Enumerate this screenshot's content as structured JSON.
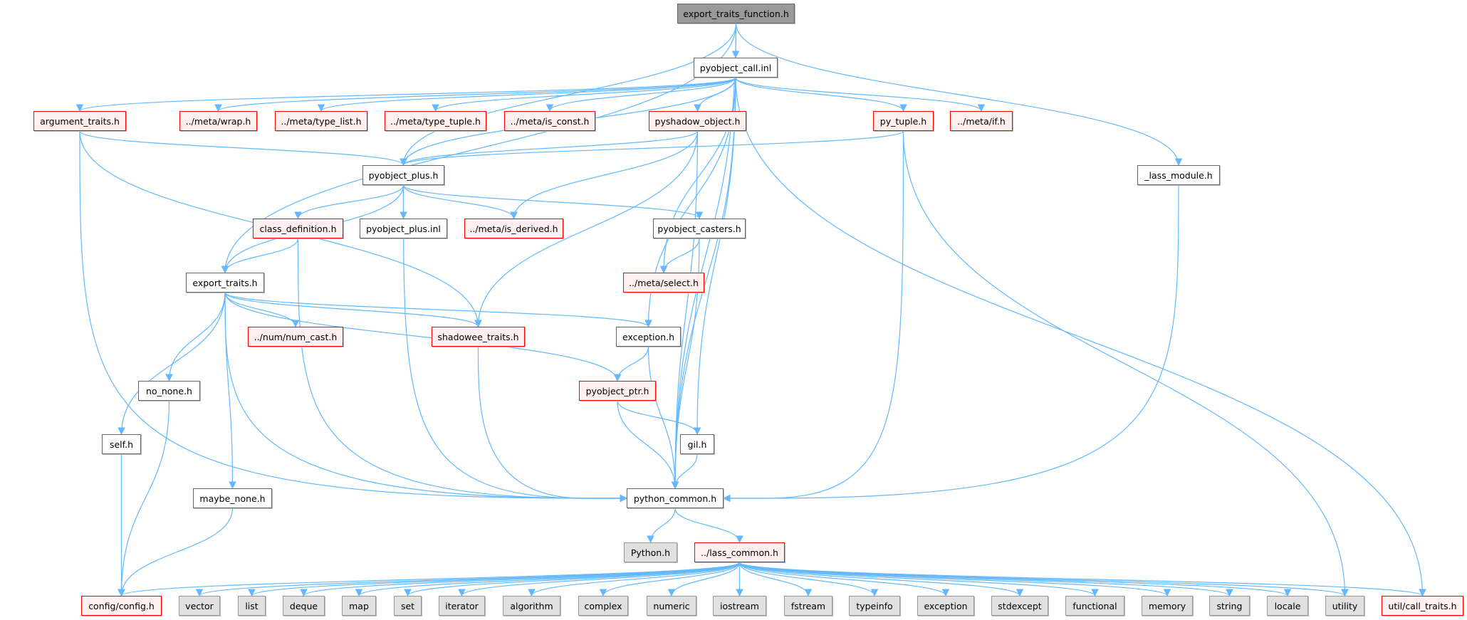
{
  "graph": {
    "type": "include-dependency-graph",
    "colors": {
      "edge": "#63b8ff",
      "missing_border": "#ff0000",
      "missing_fill": "#fff0f0",
      "system_fill": "#e0e0e0",
      "root_fill": "#999999"
    },
    "nodes": [
      {
        "id": "etf",
        "label": "export_traits_function.h",
        "kind": "root"
      },
      {
        "id": "pcall",
        "label": "pyobject_call.inl",
        "kind": "normal"
      },
      {
        "id": "argt",
        "label": "argument_traits.h",
        "kind": "red"
      },
      {
        "id": "wrap",
        "label": "../meta/wrap.h",
        "kind": "red"
      },
      {
        "id": "tlist",
        "label": "../meta/type_list.h",
        "kind": "red"
      },
      {
        "id": "ttuple",
        "label": "../meta/type_tuple.h",
        "kind": "red"
      },
      {
        "id": "isconst",
        "label": "../meta/is_const.h",
        "kind": "red"
      },
      {
        "id": "pyshadow",
        "label": "pyshadow_object.h",
        "kind": "red"
      },
      {
        "id": "pytuple",
        "label": "py_tuple.h",
        "kind": "red"
      },
      {
        "id": "metaif",
        "label": "../meta/if.h",
        "kind": "red"
      },
      {
        "id": "lassmod",
        "label": "_lass_module.h",
        "kind": "normal"
      },
      {
        "id": "pplus",
        "label": "pyobject_plus.h",
        "kind": "normal"
      },
      {
        "id": "classdef",
        "label": "class_definition.h",
        "kind": "red"
      },
      {
        "id": "pplusinl",
        "label": "pyobject_plus.inl",
        "kind": "normal"
      },
      {
        "id": "isderived",
        "label": "../meta/is_derived.h",
        "kind": "red"
      },
      {
        "id": "casters",
        "label": "pyobject_casters.h",
        "kind": "normal"
      },
      {
        "id": "et",
        "label": "export_traits.h",
        "kind": "normal"
      },
      {
        "id": "select",
        "label": "../meta/select.h",
        "kind": "red"
      },
      {
        "id": "numcast",
        "label": "../num/num_cast.h",
        "kind": "red"
      },
      {
        "id": "shadowee",
        "label": "shadowee_traits.h",
        "kind": "red"
      },
      {
        "id": "exc",
        "label": "exception.h",
        "kind": "normal"
      },
      {
        "id": "nonone",
        "label": "no_none.h",
        "kind": "normal"
      },
      {
        "id": "pptr",
        "label": "pyobject_ptr.h",
        "kind": "red"
      },
      {
        "id": "self",
        "label": "self.h",
        "kind": "normal"
      },
      {
        "id": "gil",
        "label": "gil.h",
        "kind": "normal"
      },
      {
        "id": "maybenone",
        "label": "maybe_none.h",
        "kind": "normal"
      },
      {
        "id": "pycommon",
        "label": "python_common.h",
        "kind": "normal"
      },
      {
        "id": "pythonh",
        "label": "Python.h",
        "kind": "sys"
      },
      {
        "id": "lasscommon",
        "label": "../lass_common.h",
        "kind": "red"
      },
      {
        "id": "config",
        "label": "config/config.h",
        "kind": "red"
      },
      {
        "id": "vector",
        "label": "vector",
        "kind": "sys"
      },
      {
        "id": "list",
        "label": "list",
        "kind": "sys"
      },
      {
        "id": "deque",
        "label": "deque",
        "kind": "sys"
      },
      {
        "id": "map",
        "label": "map",
        "kind": "sys"
      },
      {
        "id": "set",
        "label": "set",
        "kind": "sys"
      },
      {
        "id": "iterator",
        "label": "iterator",
        "kind": "sys"
      },
      {
        "id": "algorithm",
        "label": "algorithm",
        "kind": "sys"
      },
      {
        "id": "complex",
        "label": "complex",
        "kind": "sys"
      },
      {
        "id": "numeric",
        "label": "numeric",
        "kind": "sys"
      },
      {
        "id": "iostream",
        "label": "iostream",
        "kind": "sys"
      },
      {
        "id": "fstream",
        "label": "fstream",
        "kind": "sys"
      },
      {
        "id": "typeinfo",
        "label": "typeinfo",
        "kind": "sys"
      },
      {
        "id": "exception",
        "label": "exception",
        "kind": "sys"
      },
      {
        "id": "stdexcept",
        "label": "stdexcept",
        "kind": "sys"
      },
      {
        "id": "functional",
        "label": "functional",
        "kind": "sys"
      },
      {
        "id": "memory",
        "label": "memory",
        "kind": "sys"
      },
      {
        "id": "string",
        "label": "string",
        "kind": "sys"
      },
      {
        "id": "locale",
        "label": "locale",
        "kind": "sys"
      },
      {
        "id": "utility",
        "label": "utility",
        "kind": "sys"
      },
      {
        "id": "calltraits",
        "label": "util/call_traits.h",
        "kind": "red"
      }
    ],
    "edges": [
      [
        "etf",
        "pcall"
      ],
      [
        "etf",
        "pplus"
      ],
      [
        "etf",
        "et"
      ],
      [
        "etf",
        "pycommon"
      ],
      [
        "etf",
        "lassmod"
      ],
      [
        "pcall",
        "argt"
      ],
      [
        "pcall",
        "wrap"
      ],
      [
        "pcall",
        "tlist"
      ],
      [
        "pcall",
        "ttuple"
      ],
      [
        "pcall",
        "isconst"
      ],
      [
        "pcall",
        "pyshadow"
      ],
      [
        "pcall",
        "pytuple"
      ],
      [
        "pcall",
        "metaif"
      ],
      [
        "pcall",
        "pplus"
      ],
      [
        "pcall",
        "select"
      ],
      [
        "pcall",
        "exc"
      ],
      [
        "pcall",
        "gil"
      ],
      [
        "pcall",
        "pycommon"
      ],
      [
        "pcall",
        "calltraits"
      ],
      [
        "argt",
        "pplus"
      ],
      [
        "argt",
        "shadowee"
      ],
      [
        "argt",
        "pycommon"
      ],
      [
        "pyshadow",
        "pplus"
      ],
      [
        "pyshadow",
        "isderived"
      ],
      [
        "pyshadow",
        "shadowee"
      ],
      [
        "pyshadow",
        "pycommon"
      ],
      [
        "pytuple",
        "pplus"
      ],
      [
        "pytuple",
        "pycommon"
      ],
      [
        "pytuple",
        "utility"
      ],
      [
        "pplus",
        "classdef"
      ],
      [
        "pplus",
        "pplusinl"
      ],
      [
        "pplus",
        "isderived"
      ],
      [
        "pplus",
        "casters"
      ],
      [
        "pplus",
        "et"
      ],
      [
        "pplus",
        "pycommon"
      ],
      [
        "classdef",
        "et"
      ],
      [
        "classdef",
        "pycommon"
      ],
      [
        "casters",
        "select"
      ],
      [
        "casters",
        "pycommon"
      ],
      [
        "lassmod",
        "pycommon"
      ],
      [
        "et",
        "numcast"
      ],
      [
        "et",
        "shadowee"
      ],
      [
        "et",
        "exc"
      ],
      [
        "et",
        "pptr"
      ],
      [
        "et",
        "nonone"
      ],
      [
        "et",
        "self"
      ],
      [
        "et",
        "maybenone"
      ],
      [
        "et",
        "pycommon"
      ],
      [
        "shadowee",
        "pycommon"
      ],
      [
        "exc",
        "pptr"
      ],
      [
        "exc",
        "pycommon"
      ],
      [
        "pptr",
        "gil"
      ],
      [
        "pptr",
        "pycommon"
      ],
      [
        "gil",
        "pycommon"
      ],
      [
        "nonone",
        "config"
      ],
      [
        "self",
        "config"
      ],
      [
        "maybenone",
        "config"
      ],
      [
        "pycommon",
        "pythonh"
      ],
      [
        "pycommon",
        "lasscommon"
      ],
      [
        "lasscommon",
        "config"
      ],
      [
        "lasscommon",
        "vector"
      ],
      [
        "lasscommon",
        "list"
      ],
      [
        "lasscommon",
        "deque"
      ],
      [
        "lasscommon",
        "map"
      ],
      [
        "lasscommon",
        "set"
      ],
      [
        "lasscommon",
        "iterator"
      ],
      [
        "lasscommon",
        "algorithm"
      ],
      [
        "lasscommon",
        "complex"
      ],
      [
        "lasscommon",
        "numeric"
      ],
      [
        "lasscommon",
        "iostream"
      ],
      [
        "lasscommon",
        "fstream"
      ],
      [
        "lasscommon",
        "typeinfo"
      ],
      [
        "lasscommon",
        "exception"
      ],
      [
        "lasscommon",
        "stdexcept"
      ],
      [
        "lasscommon",
        "functional"
      ],
      [
        "lasscommon",
        "memory"
      ],
      [
        "lasscommon",
        "string"
      ],
      [
        "lasscommon",
        "locale"
      ],
      [
        "lasscommon",
        "utility"
      ],
      [
        "lasscommon",
        "calltraits"
      ]
    ]
  }
}
